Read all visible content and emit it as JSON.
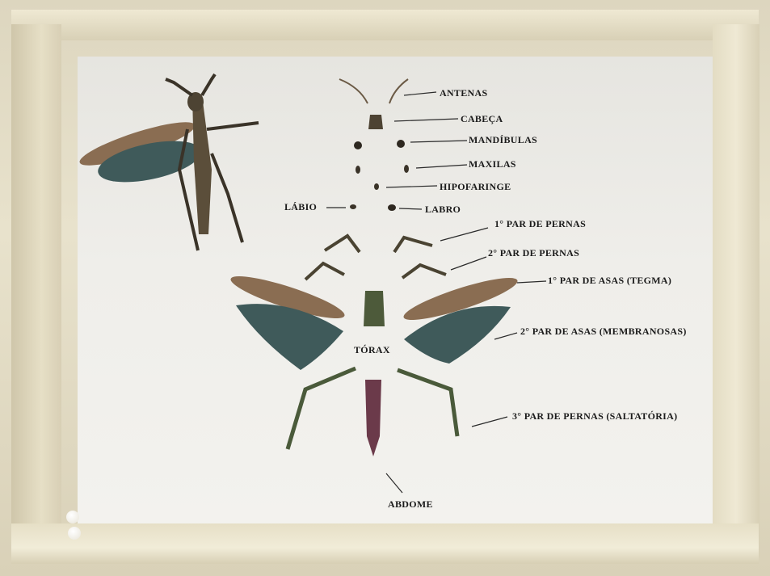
{
  "labels": {
    "antenas": "ANTENAS",
    "cabeca": "CABEÇA",
    "mandibulas": "MANDÍBULAS",
    "maxilas": "MAXILAS",
    "hipofaringe": "HIPOFARINGE",
    "labio": "LÁBIO",
    "labro": "LABRO",
    "pernas1": "1° PAR DE PERNAS",
    "pernas2": "2° PAR DE PERNAS",
    "asas1": "1° PAR DE ASAS (TEGMA)",
    "asas2": "2° PAR DE ASAS (MEMBRANOSAS)",
    "torax": "TÓRAX",
    "pernas3": "3° PAR DE PERNAS (SALTATÓRIA)",
    "abdome": "ABDOME"
  },
  "colors": {
    "board": "#efeeea",
    "frame": "#e6dfc6",
    "tegmen": "#8a6d52",
    "membranous_wing": "#3f5a5a",
    "body": "#5b4e3a",
    "abdomen": "#6b3a4a",
    "leg": "#4a5a3a"
  }
}
